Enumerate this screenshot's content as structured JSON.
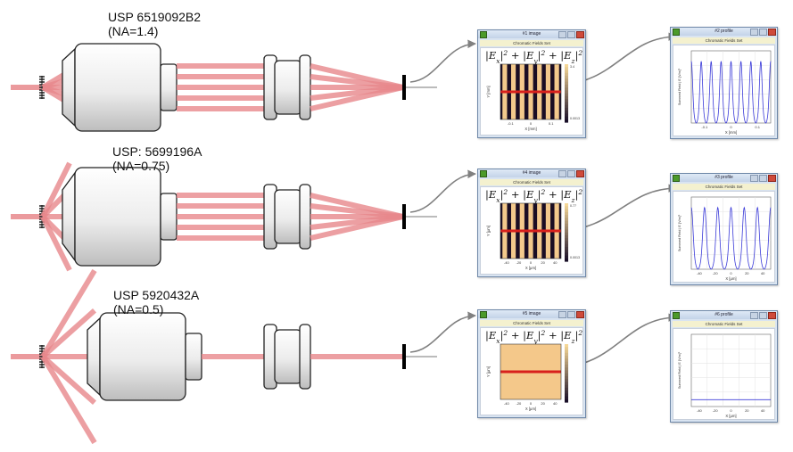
{
  "rows": [
    {
      "patent": "USP  6519092B2",
      "na": "(NA=1.4)",
      "image_window": {
        "title": "#1 image",
        "menu": "Chromatic Fields Set",
        "formula": "|E_x|^2 + |E_y|^2 + |E_z|^2",
        "pattern": "fringes",
        "x_axis_label": "X [mm]",
        "y_axis_label": "Y [mm]",
        "x_ticks": [
          "-0.1",
          "0",
          "0.1"
        ],
        "colorbar_ticks": [
          "3.4",
          "0.0013"
        ]
      },
      "profile_window": {
        "title": "#2 profile",
        "menu": "Chromatic Fields Set",
        "x_axis_label": "X [mm]",
        "y_axis_label": "Summed Field | Ε [V/m]²",
        "x_ticks": [
          "-0.1",
          "0",
          "0.1"
        ],
        "peaks": 8,
        "profile_level": 0.9
      }
    },
    {
      "patent": "USP: 5699196A",
      "na": "(NA=0.75)",
      "image_window": {
        "title": "#4 image",
        "menu": "Chromatic Fields Set",
        "formula": "|E_x|^2 + |E_y|^2 + |E_z|^2",
        "pattern": "fringes",
        "x_axis_label": "X [μm]",
        "y_axis_label": "Y [μm]",
        "x_ticks": [
          "-40",
          "-20",
          "0",
          "20",
          "40"
        ],
        "colorbar_ticks": [
          "0.77",
          "0.0013"
        ]
      },
      "profile_window": {
        "title": "#3 profile",
        "menu": "Chromatic Fields Set",
        "x_axis_label": "X [μm]",
        "y_axis_label": "Summed Field | Ε [V/m]²",
        "x_ticks": [
          "-40",
          "-20",
          "0",
          "20",
          "40"
        ],
        "peaks": 6,
        "profile_level": 0.9
      }
    },
    {
      "patent": "USP 5920432A",
      "na": "(NA=0.5)",
      "image_window": {
        "title": "#5 image",
        "menu": "Chromatic Fields Set",
        "formula": "|E_x|^2 + |E_y|^2 + |E_z|^2",
        "pattern": "uniform",
        "x_axis_label": "X [μm]",
        "y_axis_label": "Y [μm]",
        "x_ticks": [
          "-40",
          "-20",
          "0",
          "20",
          "40"
        ],
        "colorbar_ticks": [
          "",
          ""
        ]
      },
      "profile_window": {
        "title": "#6 profile",
        "menu": "Chromatic Fields Set",
        "x_axis_label": "X [μm]",
        "y_axis_label": "Summed Field | Ε [V/m]²",
        "x_ticks": [
          "-40",
          "-20",
          "0",
          "20",
          "40"
        ],
        "peaks": 0,
        "profile_level": 0.1
      }
    }
  ],
  "colors": {
    "beam": "#e8888c",
    "fringe_dark": "#1a0d24",
    "fringe_bright": "#f3c98c",
    "uniform_field": "#f4c88a",
    "profile_line": "#3a3ad8",
    "center_line": "#d8201c",
    "window_frame": "#d9e4f1"
  }
}
